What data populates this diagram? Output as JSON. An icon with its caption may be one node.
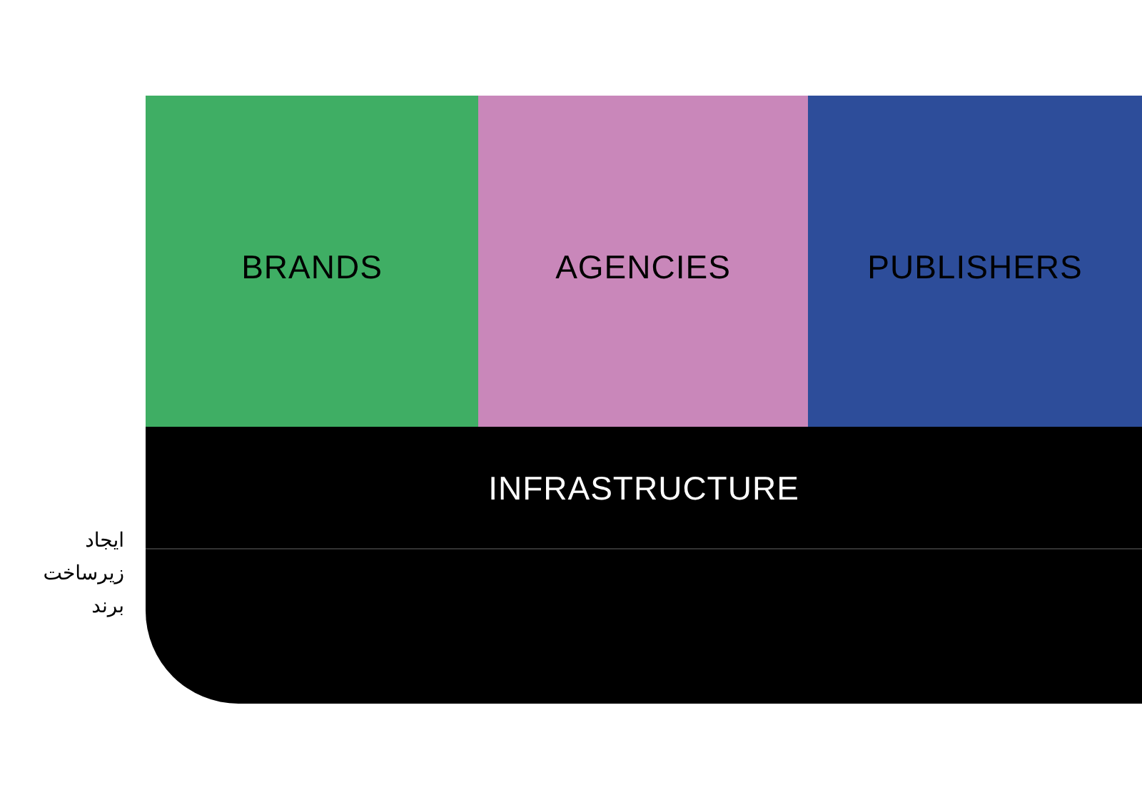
{
  "diagram": {
    "nodes": [
      {
        "text": [
          "BRANDS"
        ]
      },
      {
        "text": [
          "AGENCIES"
        ]
      },
      {
        "text": [
          "PUBLISHERS"
        ]
      },
      {
        "text": [
          "INFRASTRUCTURE"
        ]
      }
    ],
    "labels": [
      "ایجاد زیرساخت برند"
    ]
  }
}
